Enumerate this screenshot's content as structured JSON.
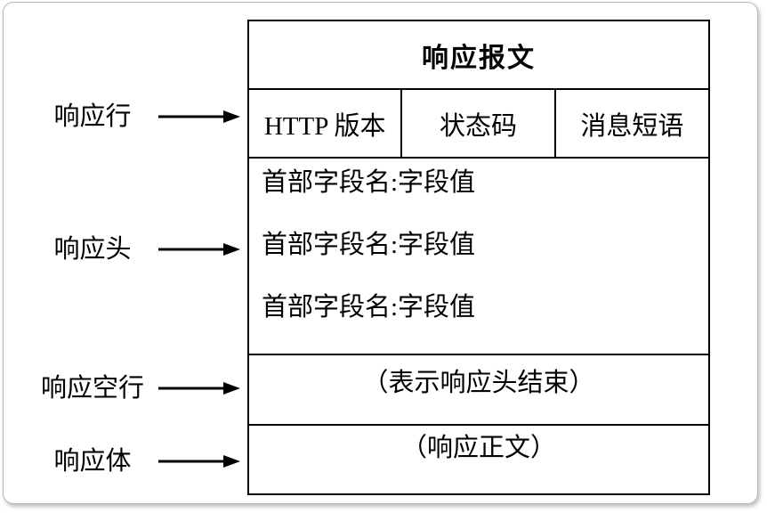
{
  "diagram": {
    "title": "响应报文",
    "status_line": {
      "cells": [
        "HTTP 版本",
        "状态码",
        "消息短语"
      ]
    },
    "header_lines": [
      "首部字段名:字段值",
      "首部字段名:字段值",
      "首部字段名:字段值"
    ],
    "empty_line_text": "（表示响应头结束）",
    "body_text": "（响应正文）",
    "labels": [
      {
        "text": "响应行"
      },
      {
        "text": "响应头"
      },
      {
        "text": "响应空行"
      },
      {
        "text": "响应体"
      }
    ],
    "colors": {
      "line": "#000000",
      "text": "#000000",
      "background": "#ffffff",
      "card_border": "#b8b8b8"
    }
  }
}
